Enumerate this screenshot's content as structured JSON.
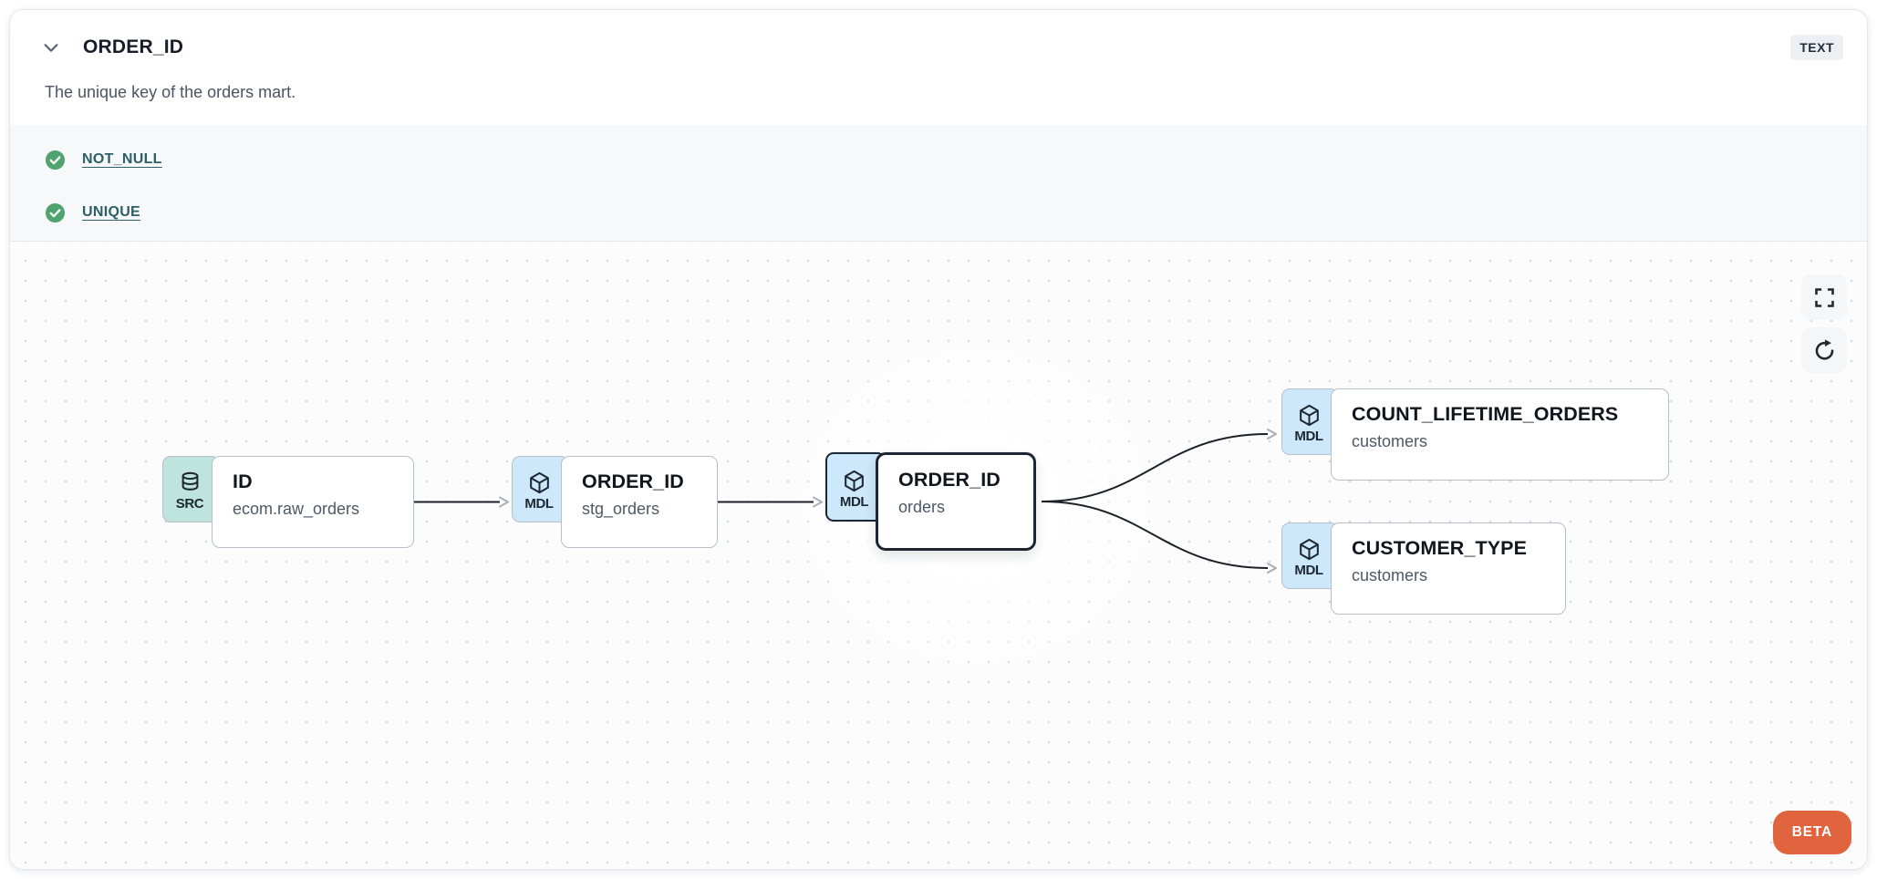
{
  "header": {
    "title": "ORDER_ID",
    "type_badge": "TEXT",
    "description": "The unique key of the orders mart.",
    "collapse_icon": "chevron-down-icon"
  },
  "tests": {
    "items": [
      {
        "label": "NOT_NULL",
        "status": "pass",
        "icon": "check-circle-icon"
      },
      {
        "label": "UNIQUE",
        "status": "pass",
        "icon": "check-circle-icon"
      }
    ]
  },
  "graph": {
    "nodes": [
      {
        "type": "SRC",
        "icon": "database-icon",
        "title": "ID",
        "subtitle": "ecom.raw_orders",
        "selected": false
      },
      {
        "type": "MDL",
        "icon": "cube-icon",
        "title": "ORDER_ID",
        "subtitle": "stg_orders",
        "selected": false
      },
      {
        "type": "MDL",
        "icon": "cube-icon",
        "title": "ORDER_ID",
        "subtitle": "orders",
        "selected": true
      },
      {
        "type": "MDL",
        "icon": "cube-icon",
        "title": "COUNT_LIFETIME_ORDERS",
        "subtitle": "customers",
        "selected": false
      },
      {
        "type": "MDL",
        "icon": "cube-icon",
        "title": "CUSTOMER_TYPE",
        "subtitle": "customers",
        "selected": false
      }
    ],
    "edges": [
      {
        "from": 0,
        "to": 1
      },
      {
        "from": 1,
        "to": 2
      },
      {
        "from": 2,
        "to": 3
      },
      {
        "from": 2,
        "to": 4
      }
    ]
  },
  "controls": {
    "fullscreen_icon": "fullscreen-icon",
    "refresh_icon": "refresh-icon"
  },
  "beta_label": "BETA",
  "colors": {
    "src_tab": "#bfe3dd",
    "mdl_tab": "#cde8fa",
    "test_pass_green": "#4fa36f",
    "test_link_teal": "#2d5f66",
    "beta_orange": "#e0653f",
    "selected_border": "#1c2531",
    "node_border": "#b6c0ca",
    "tests_background": "#f7f8fa",
    "type_badge_background": "#edf0f3"
  }
}
